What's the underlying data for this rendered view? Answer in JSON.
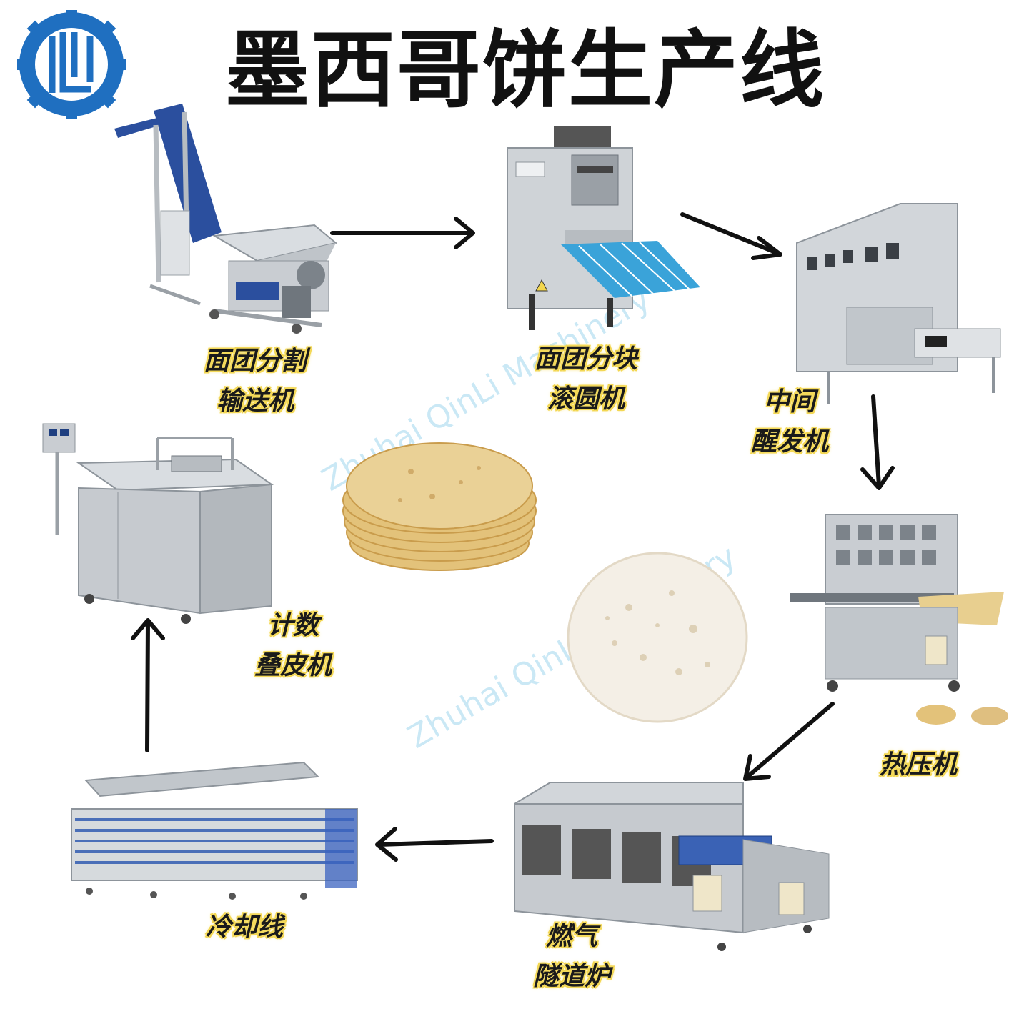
{
  "title": "墨西哥饼生产线",
  "brand": {
    "logo_color": "#1f6fc0"
  },
  "watermark": "Zhuhai QinLi Machinery",
  "machines": [
    {
      "lines": [
        "面团分割",
        "输送机"
      ],
      "icon": "dough-divider-conveyor"
    },
    {
      "lines": [
        "面团分块",
        "滚圆机"
      ],
      "icon": "dough-rounder"
    },
    {
      "lines": [
        "中间",
        "醒发机"
      ],
      "icon": "intermediate-proofer"
    },
    {
      "lines": [
        "热压机"
      ],
      "icon": "hot-press"
    },
    {
      "lines": [
        "燃气",
        "隧道炉"
      ],
      "icon": "gas-tunnel-oven"
    },
    {
      "lines": [
        "冷却线"
      ],
      "icon": "cooling-line"
    },
    {
      "lines": [
        "计数",
        "叠皮机"
      ],
      "icon": "counter-stacker"
    }
  ],
  "colors": {
    "steel": "#c9cdd2",
    "steel_dark": "#8d949b",
    "belt_blue": "#2b4f9e",
    "highlight": "#f3d64e",
    "tortilla": "#e8cf8f"
  }
}
